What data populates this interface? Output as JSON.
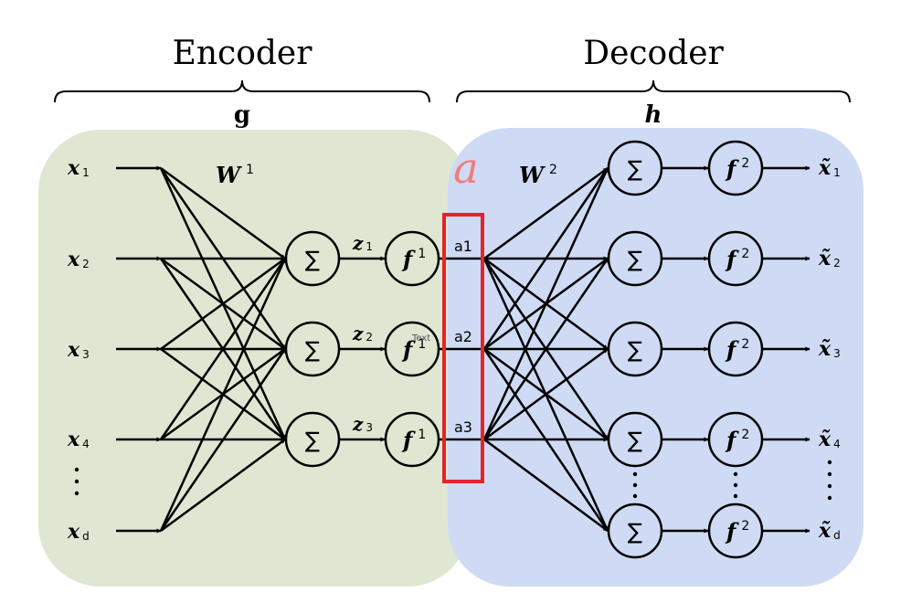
{
  "encoder": {
    "title": "Encoder",
    "symbol": "g",
    "weights": "W",
    "weights_sup": "1"
  },
  "decoder": {
    "title": "Decoder",
    "symbol": "h",
    "weights": "W",
    "weights_sup": "2"
  },
  "inputs": [
    {
      "main": "x",
      "sub": "1"
    },
    {
      "main": "x",
      "sub": "2"
    },
    {
      "main": "x",
      "sub": "3"
    },
    {
      "main": "x",
      "sub": "4"
    },
    {
      "main": "x",
      "sub": "d"
    }
  ],
  "hidden_z": [
    {
      "main": "z",
      "sub": "1"
    },
    {
      "main": "z",
      "sub": "2"
    },
    {
      "main": "z",
      "sub": "3"
    }
  ],
  "activation_enc": {
    "main": "f",
    "sup": "1"
  },
  "activation_dec": {
    "main": "f",
    "sup": "2"
  },
  "code": {
    "label": "a",
    "units": [
      "a1",
      "a2",
      "a3"
    ]
  },
  "sum_symbol": "∑",
  "outputs": [
    {
      "main": "x̃",
      "sub": "1"
    },
    {
      "main": "x̃",
      "sub": "2"
    },
    {
      "main": "x̃",
      "sub": "3"
    },
    {
      "main": "x̃",
      "sub": "4"
    },
    {
      "main": "x̃",
      "sub": "d"
    }
  ],
  "stray_text": "Text",
  "colors": {
    "encoder_bg": "#dfe7d3",
    "decoder_bg": "#cfdaf4",
    "code_box": "#e3242b",
    "code_label": "#f27b7b"
  }
}
